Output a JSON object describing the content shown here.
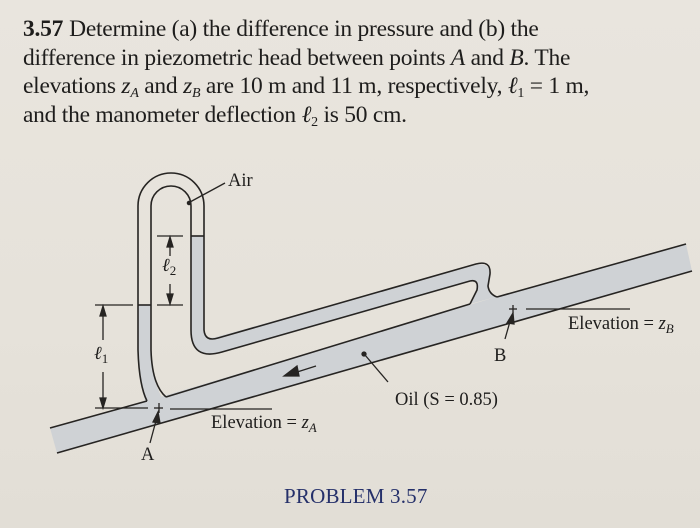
{
  "problem": {
    "number": "3.57",
    "text_parts": {
      "line1": "Determine (a) the difference in pressure and (b) the",
      "line2a": "difference in piezometric head between points ",
      "A": "A",
      "and": " and ",
      "B": "B",
      "line2b": ". The",
      "line3a": "elevations ",
      "z": "z",
      "sub_A": "A",
      "sub_B": "B",
      "line3b": " and ",
      "line3c": " are 10 m and 11 m, respectively, ",
      "ell": "ℓ",
      "sub_1": "1",
      "sub_2": "2",
      "line3d": " = 1 m,",
      "line4a": "and the manometer deflection ",
      "line4b": " is 50 cm."
    }
  },
  "diagram": {
    "labels": {
      "air": "Air",
      "ell2": "ℓ",
      "ell2_sub": "2",
      "ell1": "ℓ",
      "ell1_sub": "1",
      "elevation_b_prefix": "Elevation = ",
      "elevation_b_var": "z",
      "elevation_b_sub": "B",
      "point_b": "B",
      "oil": "Oil (S = 0.85)",
      "elevation_a_prefix": "Elevation = ",
      "elevation_a_var": "z",
      "elevation_a_sub": "A",
      "point_a": "A"
    },
    "given": {
      "z_A": "10 m",
      "z_B": "11 m",
      "ell_1": "1 m",
      "ell_2": "50 cm",
      "oil_specific_gravity": "0.85"
    },
    "colors": {
      "fluid": "#cfd2d5",
      "line": "#262422",
      "caption": "#25306a"
    }
  },
  "caption": "PROBLEM 3.57"
}
